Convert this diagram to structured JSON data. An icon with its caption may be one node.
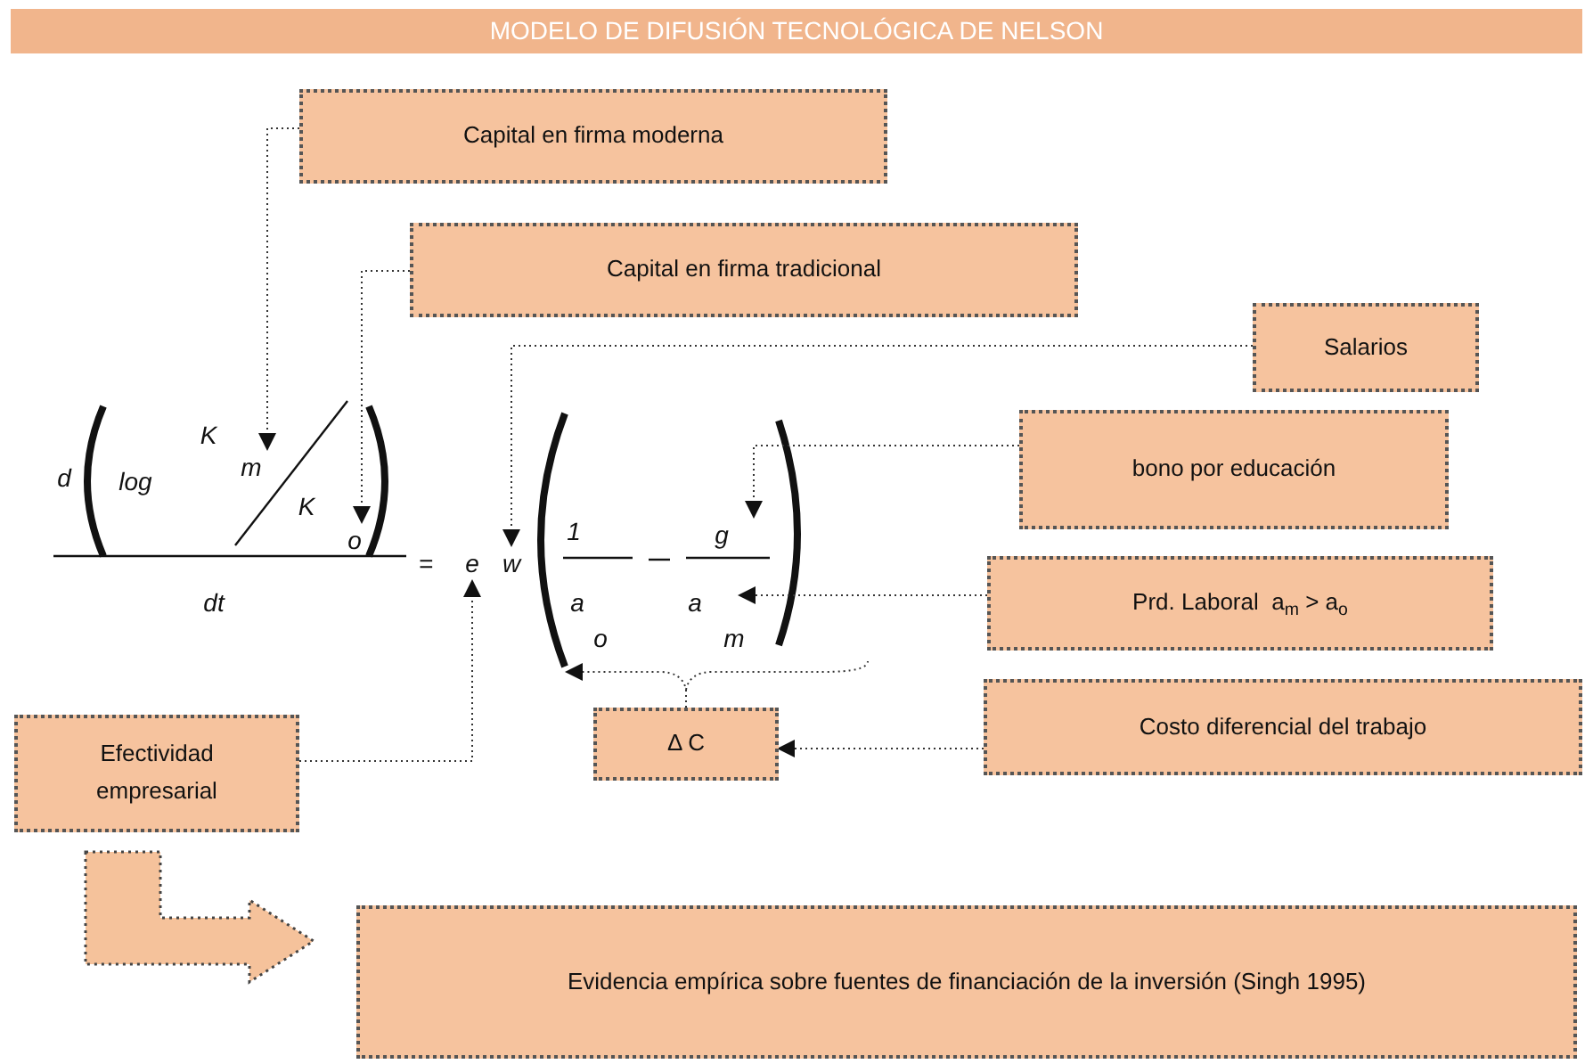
{
  "diagram": {
    "title": "MODELO DE DIFUSIÓN TECNOLÓGICA DE NELSON",
    "nodes": [
      {
        "text": [
          "Capital en firma moderna"
        ]
      },
      {
        "text": [
          "Capital en firma tradicional"
        ]
      },
      {
        "text": [
          "Salarios"
        ]
      },
      {
        "text": [
          "bono por educación"
        ]
      },
      {
        "text": [
          "Prd. Laboral  a$_{m}$ > a$_{o}$"
        ]
      },
      {
        "text": [
          "Δ C"
        ]
      },
      {
        "text": [
          "Costo diferencial del trabajo"
        ]
      },
      {
        "text": [
          "Efectividad empresarial"
        ]
      },
      {
        "text": [
          "Evidencia empírica sobre fuentes de financiación de la inversión (Singh 1995)"
        ]
      },
      {
        "text": [
          "m"
        ]
      },
      {
        "text": [
          "o"
        ]
      },
      {
        "text": [
          "e"
        ]
      },
      {
        "text": [
          "w"
        ]
      },
      {
        "text": [
          "g"
        ]
      },
      {
        "text": [
          "a"
        ]
      },
      {
        "text": [],
        "shape": "parenthesis"
      }
    ],
    "edges": [
      {
        "from": 0,
        "to": 9,
        "arrow": "to"
      },
      {
        "from": 1,
        "to": 10,
        "arrow": "to"
      },
      {
        "from": 2,
        "to": 12,
        "arrow": "to"
      },
      {
        "from": 3,
        "to": 13,
        "arrow": "to"
      },
      {
        "from": 4,
        "to": 14,
        "arrow": "to"
      },
      {
        "from": 6,
        "to": 5,
        "arrow": "to"
      },
      {
        "from": 5,
        "to": 15,
        "arrow": "to"
      },
      {
        "from": 7,
        "to": 11,
        "arrow": "to"
      },
      {
        "from": 7,
        "to": 8,
        "arrow": "to",
        "style": "thick",
        "color": "#f5c29b"
      }
    ],
    "labels": [
      "K",
      "d",
      "log",
      "K",
      "dt",
      "=",
      "1",
      "a",
      "o",
      "m"
    ]
  }
}
